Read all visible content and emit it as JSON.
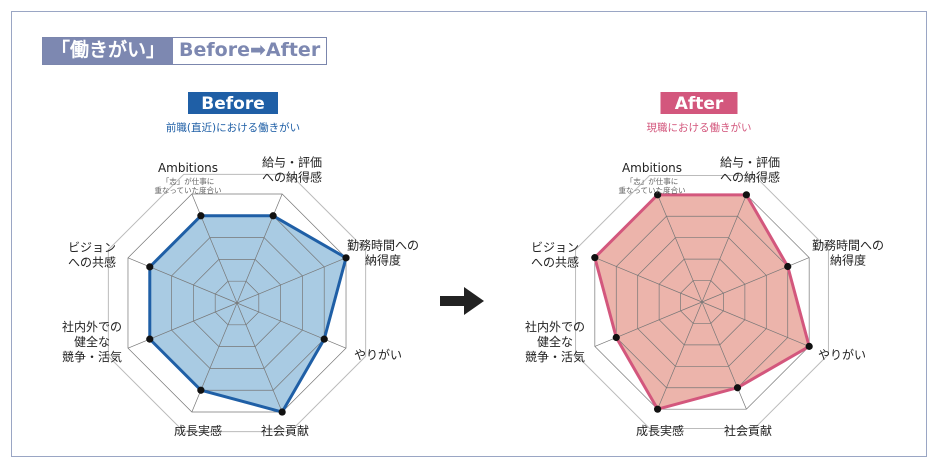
{
  "header": {
    "title_left": "「働きがい」",
    "title_right": "Before➡After"
  },
  "colors": {
    "before_line": "#1f5fa6",
    "before_fill": "#a4c8e2",
    "after_line": "#d3577d",
    "after_fill": "#ebb0a6",
    "header": "#7d88b1",
    "grid": "#888888"
  },
  "arrow_icon": "right-arrow-icon",
  "chart_data": [
    {
      "type": "radar",
      "badge": "Before",
      "subtitle": "前職(直近)における働きがい",
      "axes": [
        {
          "label": [
            "Ambitions"
          ],
          "sublabel": [
            "「志」が仕事に",
            "重なっていた度合い"
          ]
        },
        {
          "label": [
            "給与・評価",
            "への納得感"
          ]
        },
        {
          "label": [
            "勤務時間への",
            "納得度"
          ]
        },
        {
          "label": [
            "やりがい"
          ]
        },
        {
          "label": [
            "社会貢献"
          ]
        },
        {
          "label": [
            "成長実感"
          ]
        },
        {
          "label": [
            "社内外での",
            "健全な",
            "競争・活気"
          ]
        },
        {
          "label": [
            "ビジョン",
            "への共感"
          ]
        }
      ],
      "values": [
        4,
        4,
        5,
        4,
        5,
        4,
        4,
        4
      ],
      "rmax": 5,
      "rings": 5
    },
    {
      "type": "radar",
      "badge": "After",
      "subtitle": "現職における働きがい",
      "axes": [
        {
          "label": [
            "Ambitions"
          ],
          "sublabel": [
            "「志」が仕事に",
            "重なっていた度合い"
          ]
        },
        {
          "label": [
            "給与・評価",
            "への納得感"
          ]
        },
        {
          "label": [
            "勤務時間への",
            "納得度"
          ]
        },
        {
          "label": [
            "やりがい"
          ]
        },
        {
          "label": [
            "社会貢献"
          ]
        },
        {
          "label": [
            "成長実感"
          ]
        },
        {
          "label": [
            "社内外での",
            "健全な",
            "競争・活気"
          ]
        },
        {
          "label": [
            "ビジョン",
            "への共感"
          ]
        }
      ],
      "values": [
        5,
        5,
        4,
        5,
        4,
        5,
        4,
        5
      ],
      "rmax": 5,
      "rings": 5
    }
  ]
}
